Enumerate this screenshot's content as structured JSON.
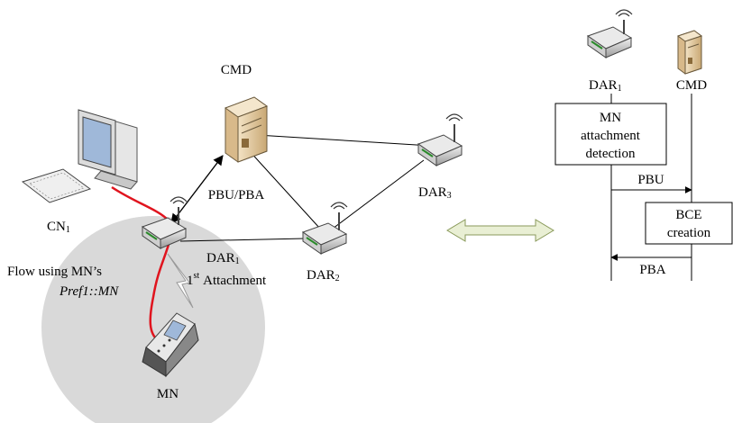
{
  "diagram": {
    "nodes": {
      "cmd": "CMD",
      "cn1": {
        "main": "CN",
        "sub": "1"
      },
      "dar1": {
        "main": "DAR",
        "sub": "1"
      },
      "dar2": {
        "main": "DAR",
        "sub": "2"
      },
      "dar3": {
        "main": "DAR",
        "sub": "3"
      },
      "mn": "MN"
    },
    "labels": {
      "pbu_pba": "PBU/PBA",
      "first_attachment_num": "1",
      "first_attachment_sup": "st",
      "first_attachment_text": "Attachment",
      "flow_line1": "Flow using MN’s",
      "flow_line2": "Pref1::MN"
    },
    "sequence": {
      "col_dar1": {
        "main": "DAR",
        "sub": "1"
      },
      "col_cmd": "CMD",
      "box1": [
        "MN",
        "attachment",
        "detection"
      ],
      "msg_pbu": "PBU",
      "box2": [
        "BCE",
        "creation"
      ],
      "msg_pba": "PBA"
    },
    "colors": {
      "flow_line": "#e0141e",
      "bubble": "#d9d9d9",
      "arrow_fill": "#e9efd4",
      "arrow_stroke": "#8a9a5b"
    }
  }
}
